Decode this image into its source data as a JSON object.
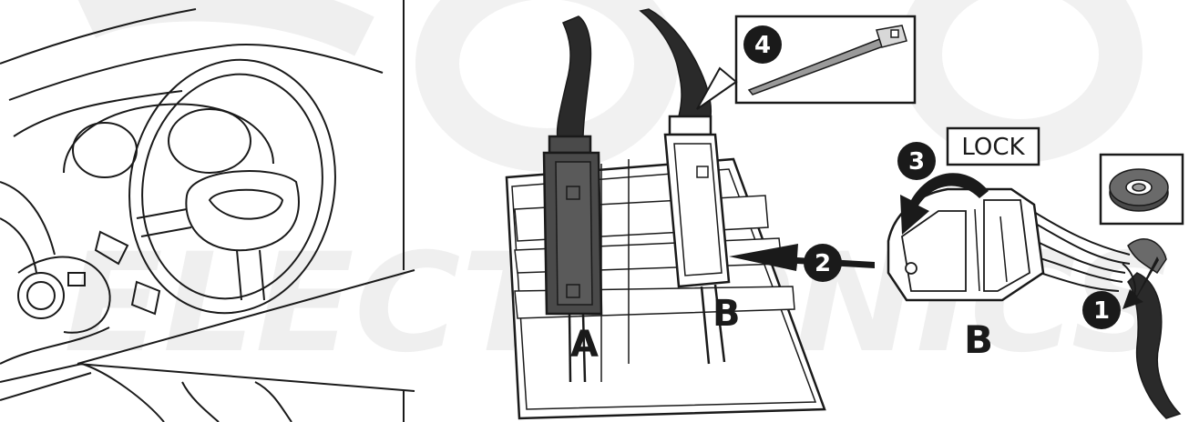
{
  "watermark": {
    "text": "ELECTRONICS"
  },
  "connector_labels": {
    "a": "A",
    "b_left": "B",
    "b_right": "B"
  },
  "steps": {
    "one": "1",
    "two": "2",
    "three": "3",
    "four": "4"
  },
  "lock_label": "LOCK",
  "colors": {
    "ink": "#1a1a1a",
    "dark_connector": "#4a4a4a",
    "watermark": "#ececec",
    "background": "#ffffff"
  }
}
